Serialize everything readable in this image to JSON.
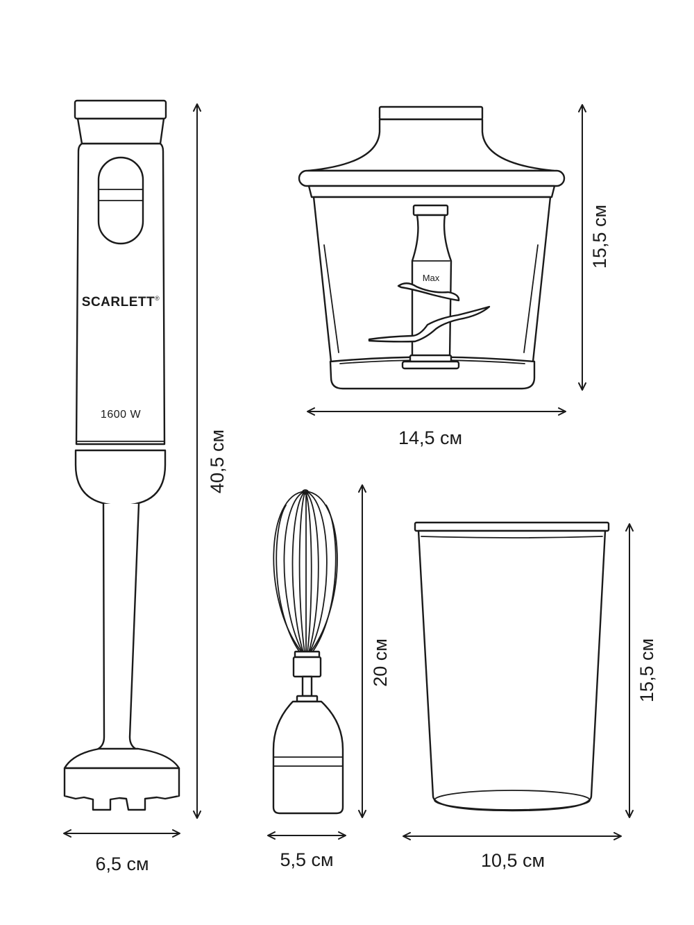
{
  "blender": {
    "brand": "SCARLETT",
    "brand_mark": "®",
    "power": "1600 W",
    "height_label": "40,5 см",
    "width_label": "6,5 см"
  },
  "chopper": {
    "max_label": "Max",
    "height_label": "15,5 см",
    "width_label": "14,5 см"
  },
  "whisk": {
    "height_label": "20 см",
    "width_label": "5,5 см"
  },
  "beaker": {
    "height_label": "15,5 см",
    "width_label": "10,5 см"
  },
  "colors": {
    "line": "#1a1a1a",
    "background": "#ffffff"
  }
}
